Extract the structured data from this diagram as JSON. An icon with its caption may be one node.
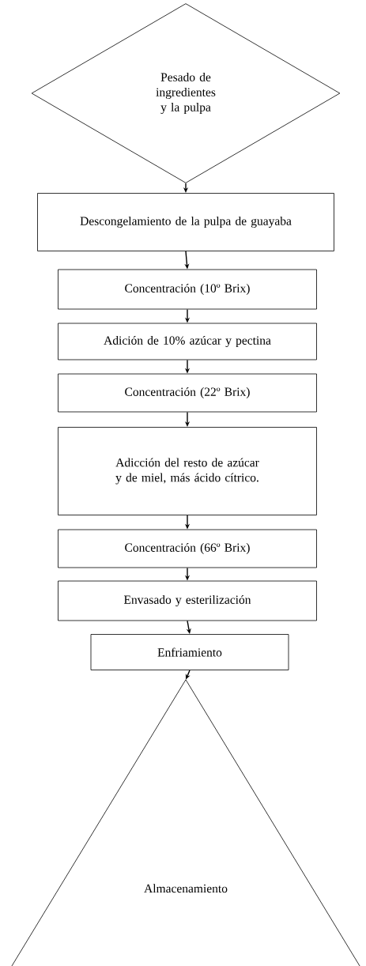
{
  "diagram": {
    "nodes": [
      {
        "text": [
          "Pesado de ingredientes y la pulpa"
        ]
      },
      {
        "text": [
          "Descongelamiento de la pulpa de guayaba"
        ]
      },
      {
        "text": [
          "Concentración (10º Brix)"
        ]
      },
      {
        "text": [
          "Adición de 10% azúcar y pectina"
        ]
      },
      {
        "text": [
          "Concentración (22º Brix)"
        ]
      },
      {
        "text": [
          "Adicción del resto de azúcar y de miel, más ácido cítrico."
        ]
      },
      {
        "text": [
          "Concentración (66º Brix)"
        ]
      },
      {
        "text": [
          "Envasado y esterilización"
        ]
      },
      {
        "text": [
          "Enfriamiento"
        ]
      },
      {
        "text": [
          "Almacenamiento"
        ]
      }
    ],
    "edges": [
      {
        "from": 0,
        "to": 1,
        "arrow": "to"
      },
      {
        "from": 1,
        "to": 2,
        "arrow": "to"
      },
      {
        "from": 2,
        "to": 3,
        "arrow": "to"
      },
      {
        "from": 3,
        "to": 4,
        "arrow": "to"
      },
      {
        "from": 4,
        "to": 5,
        "arrow": "to"
      },
      {
        "from": 5,
        "to": 6,
        "arrow": "to"
      },
      {
        "from": 6,
        "to": 7,
        "arrow": "to"
      },
      {
        "from": 7,
        "to": 8,
        "arrow": "to"
      },
      {
        "from": 8,
        "to": 9,
        "arrow": "to"
      }
    ]
  }
}
